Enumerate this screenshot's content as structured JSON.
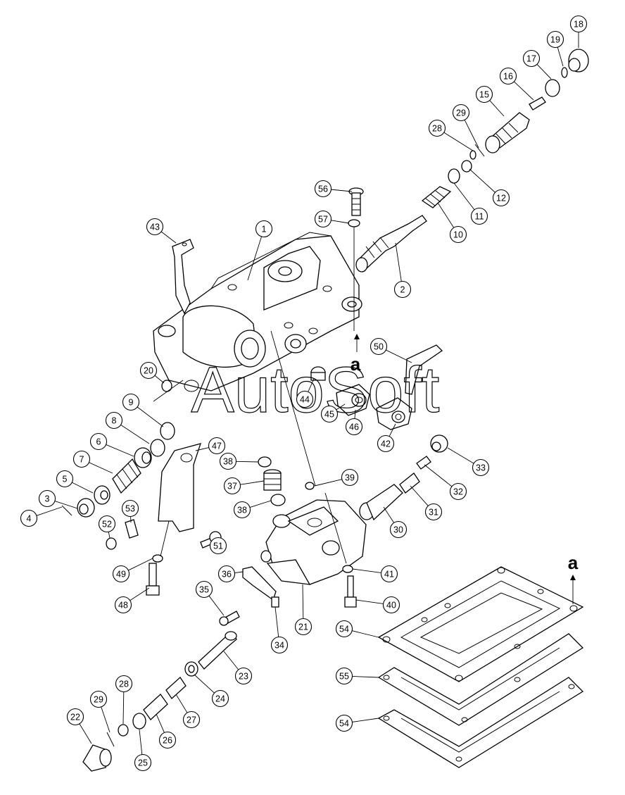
{
  "diagram": {
    "watermark": "AutoSoft",
    "reference_marks": [
      "a",
      "a"
    ],
    "callouts": [
      "1",
      "2",
      "3",
      "4",
      "5",
      "6",
      "7",
      "8",
      "9",
      "10",
      "11",
      "12",
      "15",
      "16",
      "17",
      "18",
      "19",
      "20",
      "21",
      "22",
      "23",
      "24",
      "25",
      "26",
      "27",
      "28",
      "28",
      "29",
      "29",
      "30",
      "31",
      "32",
      "33",
      "34",
      "35",
      "36",
      "37",
      "38",
      "38",
      "39",
      "40",
      "41",
      "42",
      "43",
      "44",
      "45",
      "46",
      "47",
      "48",
      "49",
      "50",
      "51",
      "52",
      "53",
      "54",
      "54",
      "55",
      "56",
      "57"
    ]
  }
}
